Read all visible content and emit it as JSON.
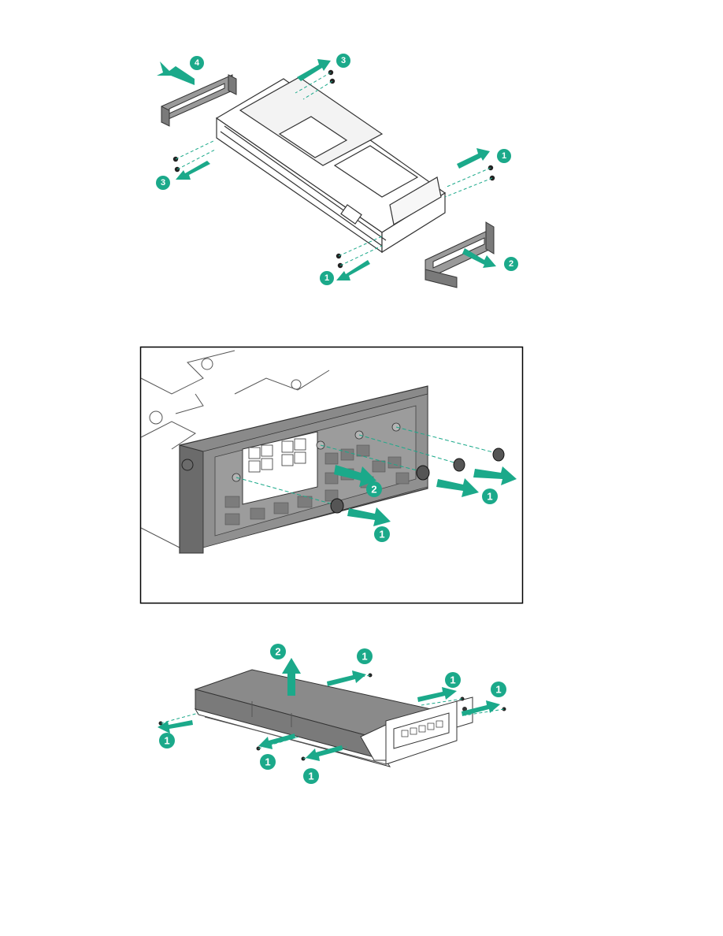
{
  "colors": {
    "accent": "#1ba98a",
    "line": "#333333",
    "panel": "#8a8a8a",
    "panel_dark": "#6b6b6b",
    "frame": "#000000"
  },
  "figure1": {
    "callouts": [
      "4",
      "3",
      "3",
      "1",
      "2",
      "1"
    ]
  },
  "figure2": {
    "callouts": [
      "2",
      "1",
      "1"
    ]
  },
  "figure3": {
    "callouts": [
      "2",
      "1",
      "1",
      "1",
      "1",
      "1",
      "1"
    ]
  }
}
